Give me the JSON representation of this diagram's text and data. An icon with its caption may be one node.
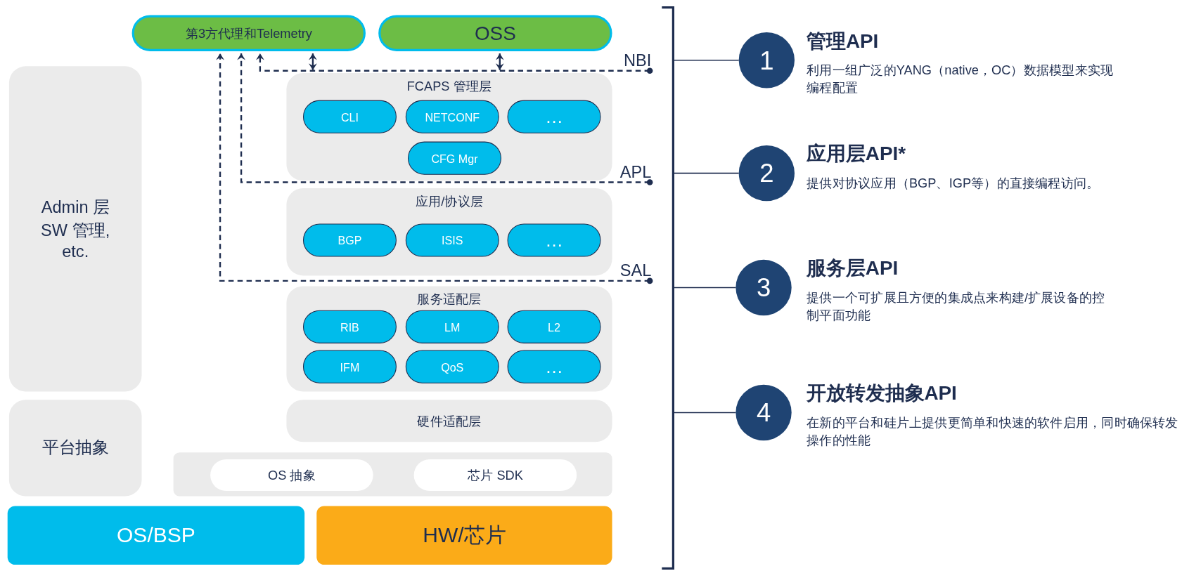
{
  "diagram": {
    "nodes": [
      {
        "text": [
          "第3方代理和Telemetry"
        ]
      },
      {
        "text": [
          "OSS"
        ]
      },
      {
        "text": [
          "Admin 层 SW 管理, etc."
        ]
      },
      {
        "text": [
          "FCAPS 管理层"
        ]
      },
      {
        "text": [
          "CLI"
        ],
        "in": 3
      },
      {
        "text": [
          "NETCONF"
        ],
        "in": 3
      },
      {
        "text": [
          "…"
        ],
        "in": 3
      },
      {
        "text": [
          "CFG Mgr"
        ],
        "in": 3
      },
      {
        "text": [
          "应用/协议层"
        ]
      },
      {
        "text": [
          "BGP"
        ],
        "in": 8
      },
      {
        "text": [
          "ISIS"
        ],
        "in": 8
      },
      {
        "text": [
          "…"
        ],
        "in": 8
      },
      {
        "text": [
          "服务适配层"
        ]
      },
      {
        "text": [
          "RIB"
        ],
        "in": 12
      },
      {
        "text": [
          "LM"
        ],
        "in": 12
      },
      {
        "text": [
          "L2"
        ],
        "in": 12
      },
      {
        "text": [
          "IFM"
        ],
        "in": 12
      },
      {
        "text": [
          "QoS"
        ],
        "in": 12
      },
      {
        "text": [
          "…"
        ],
        "in": 12
      },
      {
        "text": [
          "硬件适配层"
        ]
      },
      {
        "text": [
          "平台抽象"
        ]
      },
      {
        "text": [],
        "shape": "box"
      },
      {
        "text": [
          "OS 抽象"
        ],
        "in": 21
      },
      {
        "text": [
          "芯片 SDK"
        ],
        "in": 21
      },
      {
        "text": [
          "OS/BSP"
        ]
      },
      {
        "text": [
          "HW/芯片"
        ]
      },
      {
        "text": [
          "NBI"
        ]
      },
      {
        "text": [
          "APL"
        ]
      },
      {
        "text": [
          "SAL"
        ]
      },
      {
        "text": [
          "1"
        ],
        "beside": [
          "管理API",
          "利用一组广泛的YANG（native，OC）数据模型来实现编程配置"
        ]
      },
      {
        "text": [
          "2"
        ],
        "beside": [
          "应用层API*",
          "提供对协议应用（BGP、IGP等）的直接编程访问。"
        ]
      },
      {
        "text": [
          "3"
        ],
        "beside": [
          "服务层API",
          "提供一个可扩展且方便的集成点来构建/扩展设备的控制平面功能"
        ]
      },
      {
        "text": [
          "4"
        ],
        "beside": [
          "开放转发抽象API",
          "在新的平台和硅片上提供更简单和快速的软件启用，同时确保转发操作的性能"
        ]
      }
    ],
    "edges": [
      {
        "from": 26,
        "to": 0,
        "arrow": "to",
        "style": "dashed"
      },
      {
        "from": null,
        "to": 0,
        "arrow": "both"
      },
      {
        "from": null,
        "to": 1,
        "arrow": "both"
      },
      {
        "from": 27,
        "to": 0,
        "arrow": "to",
        "style": "dashed"
      },
      {
        "from": 28,
        "to": 0,
        "arrow": "to",
        "style": "dashed"
      }
    ]
  }
}
